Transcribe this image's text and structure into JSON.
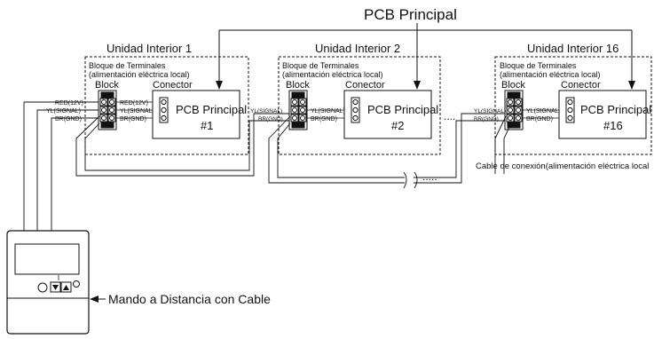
{
  "top_title": "PCB Principal",
  "units": [
    {
      "title": "Unidad Interior 1",
      "terminal_block_line1": "Bloque de Terminales",
      "terminal_block_line2": "(alimentación eléctrica local)",
      "block_label": "Block",
      "connector_label": "Conector",
      "pcb_line1": "PCB Principal",
      "pcb_line2": "#1"
    },
    {
      "title": "Unidad Interior 2",
      "terminal_block_line1": "Bloque de Terminales",
      "terminal_block_line2": "(alimentación eléctrica local)",
      "block_label": "Block",
      "connector_label": "Conector",
      "pcb_line1": "PCB Principal",
      "pcb_line2": "#2"
    },
    {
      "title": "Unidad Interior 16",
      "terminal_block_line1": "Bloque de Terminales",
      "terminal_block_line2": "(alimentación eléctrica local)",
      "block_label": "Block",
      "connector_label": "Conector",
      "pcb_line1": "PCB Principal",
      "pcb_line2": "#16"
    }
  ],
  "wire_labels": {
    "red": "RED(12V)",
    "yl": "YL(SIGNAL)",
    "br": "BR(GND)"
  },
  "ellipsis": "....",
  "ellipsis_small": ".....",
  "cable_label": "Cable de conexión(alimentación eléctrica local",
  "remote_label": "Mando a Distancia con Cable"
}
